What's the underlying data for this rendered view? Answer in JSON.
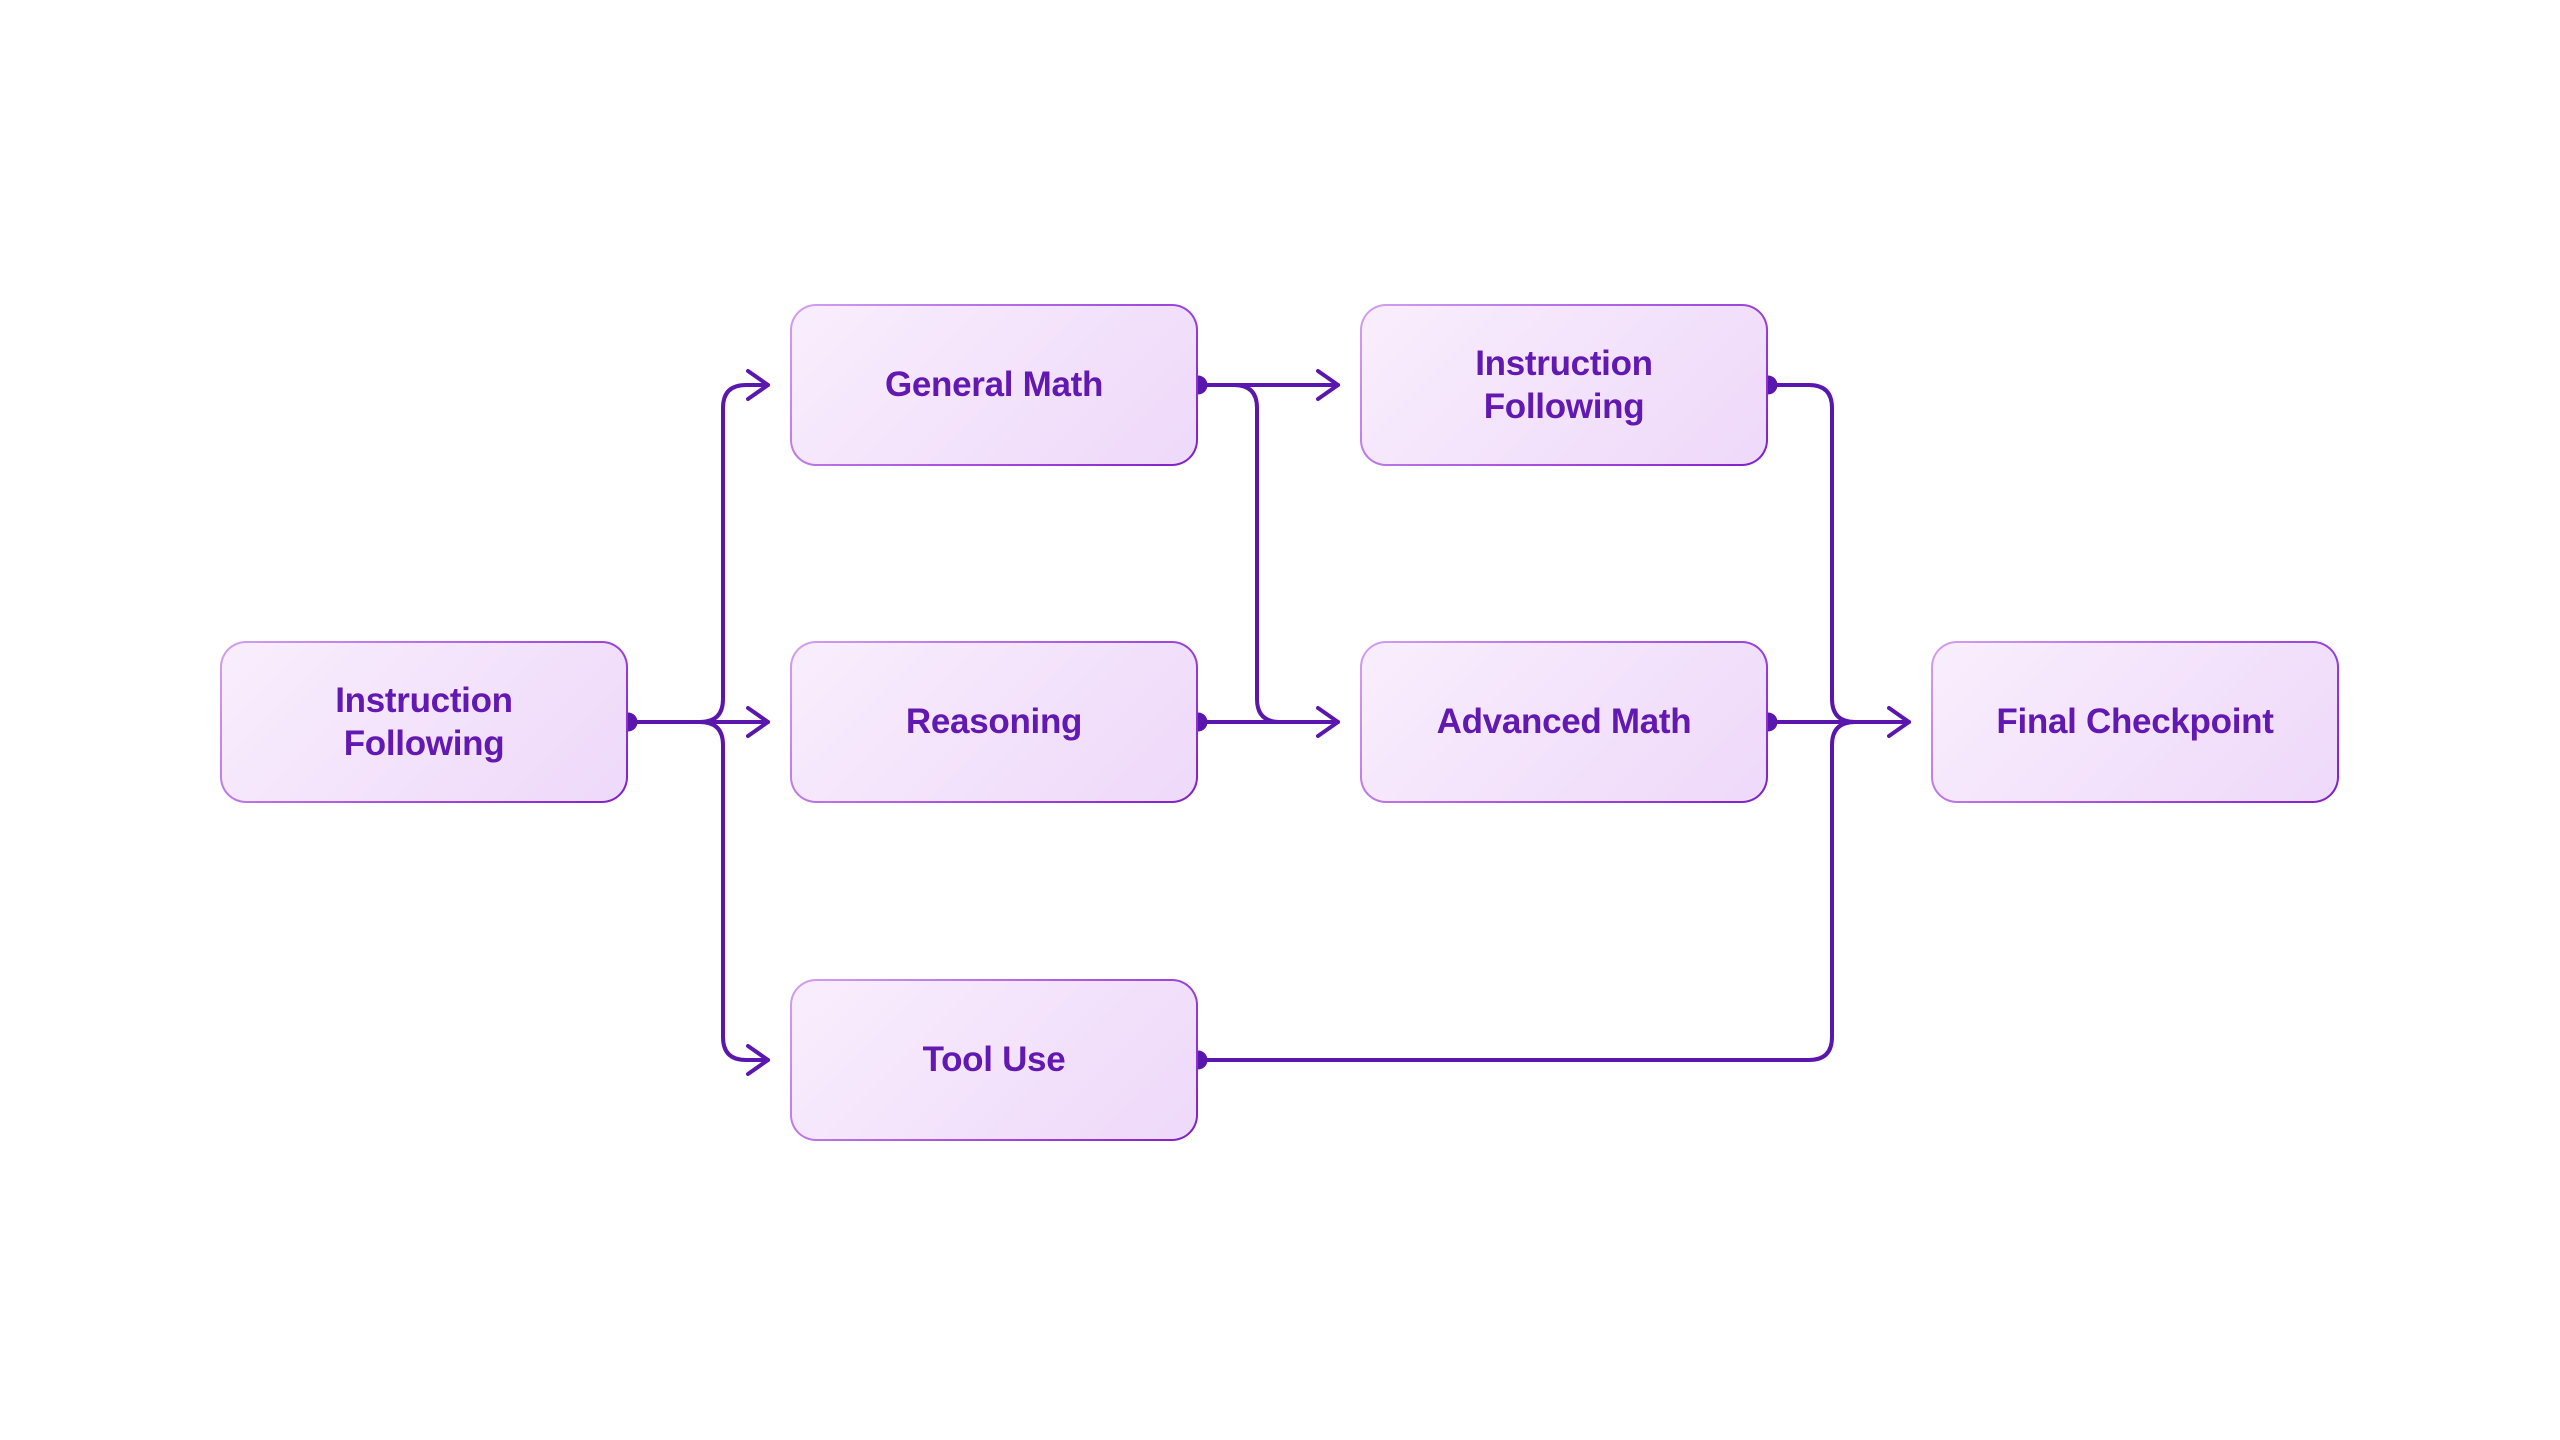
{
  "diagram": {
    "type": "flowchart",
    "direction": "left-to-right",
    "background_color": "#ffffff",
    "line_color": "#5a17ae",
    "dot_color": "#5a17ae",
    "node_text_color": "#6219b2",
    "node_fill_gradient": [
      "#f9eefd",
      "#eed9fa"
    ],
    "node_border_gradient": [
      "#d2a1f0",
      "#7e1fc6"
    ],
    "nodes": [
      {
        "id": "if1",
        "label": "Instruction\nFollowing",
        "col": 0,
        "row": 1
      },
      {
        "id": "gm",
        "label": "General Math",
        "col": 1,
        "row": 0
      },
      {
        "id": "rs",
        "label": "Reasoning",
        "col": 1,
        "row": 1
      },
      {
        "id": "tu",
        "label": "Tool Use",
        "col": 1,
        "row": 2
      },
      {
        "id": "if2",
        "label": "Instruction\nFollowing",
        "col": 2,
        "row": 0
      },
      {
        "id": "am",
        "label": "Advanced Math",
        "col": 2,
        "row": 1
      },
      {
        "id": "fc",
        "label": "Final Checkpoint",
        "col": 3,
        "row": 1
      }
    ],
    "edges": [
      {
        "from": "if1",
        "to": "gm",
        "style": "fork",
        "arrow": true
      },
      {
        "from": "if1",
        "to": "rs",
        "style": "straight",
        "arrow": true
      },
      {
        "from": "if1",
        "to": "tu",
        "style": "fork",
        "arrow": true
      },
      {
        "from": "gm",
        "to": "if2",
        "style": "straight",
        "arrow": true
      },
      {
        "from": "gm",
        "to": "am",
        "style": "fork",
        "arrow": false
      },
      {
        "from": "rs",
        "to": "am",
        "style": "straight",
        "arrow": true
      },
      {
        "from": "if2",
        "to": "fc",
        "style": "merge",
        "arrow": false
      },
      {
        "from": "am",
        "to": "fc",
        "style": "straight",
        "arrow": true
      },
      {
        "from": "tu",
        "to": "fc",
        "style": "merge",
        "arrow": false
      }
    ]
  }
}
